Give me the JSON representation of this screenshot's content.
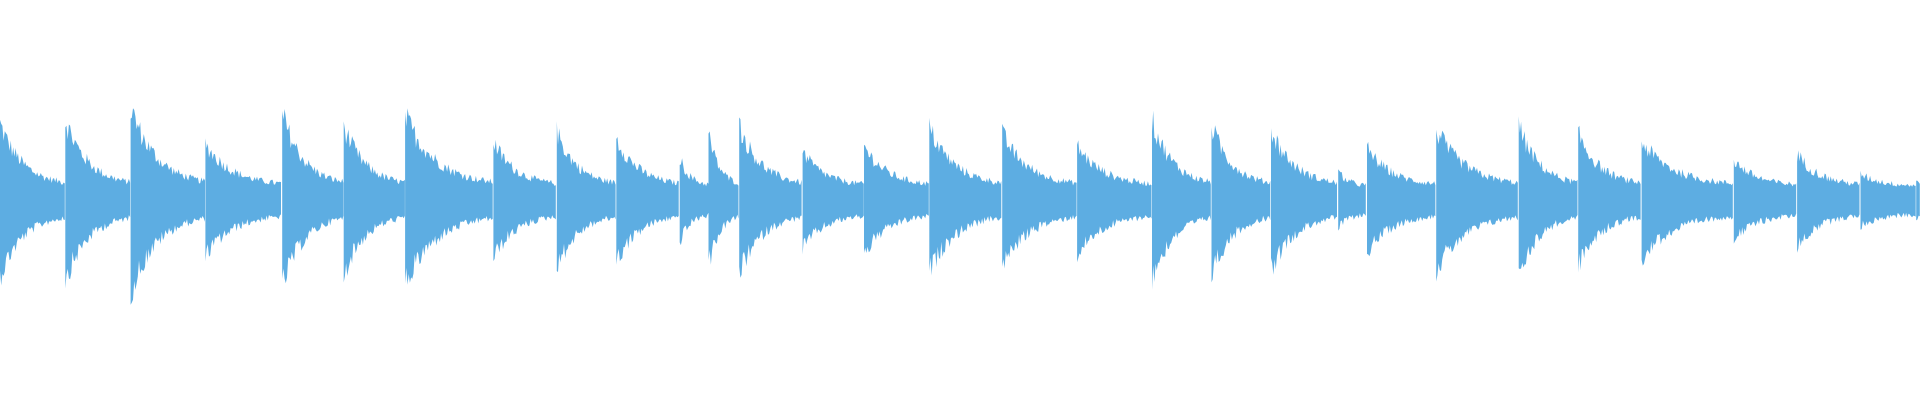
{
  "waveform": {
    "color": "#5DADE2",
    "background": "#FFFFFF",
    "centerline_fraction": 0.5,
    "onsets": [
      {
        "t": 0.0,
        "amp": 0.38
      },
      {
        "t": 0.034,
        "amp": 0.4
      },
      {
        "t": 0.068,
        "amp": 0.46
      },
      {
        "t": 0.107,
        "amp": 0.28
      },
      {
        "t": 0.147,
        "amp": 0.43
      },
      {
        "t": 0.179,
        "amp": 0.37
      },
      {
        "t": 0.211,
        "amp": 0.42
      },
      {
        "t": 0.257,
        "amp": 0.29
      },
      {
        "t": 0.29,
        "amp": 0.34
      },
      {
        "t": 0.321,
        "amp": 0.31
      },
      {
        "t": 0.354,
        "amp": 0.21
      },
      {
        "t": 0.369,
        "amp": 0.33
      },
      {
        "t": 0.385,
        "amp": 0.37
      },
      {
        "t": 0.418,
        "amp": 0.24
      },
      {
        "t": 0.45,
        "amp": 0.27
      },
      {
        "t": 0.484,
        "amp": 0.36
      },
      {
        "t": 0.522,
        "amp": 0.33
      },
      {
        "t": 0.561,
        "amp": 0.27
      },
      {
        "t": 0.6,
        "amp": 0.4
      },
      {
        "t": 0.631,
        "amp": 0.37
      },
      {
        "t": 0.662,
        "amp": 0.35
      },
      {
        "t": 0.697,
        "amp": 0.14
      },
      {
        "t": 0.712,
        "amp": 0.26
      },
      {
        "t": 0.748,
        "amp": 0.35
      },
      {
        "t": 0.791,
        "amp": 0.37
      },
      {
        "t": 0.822,
        "amp": 0.33
      },
      {
        "t": 0.855,
        "amp": 0.29
      },
      {
        "t": 0.903,
        "amp": 0.2
      },
      {
        "t": 0.936,
        "amp": 0.23
      },
      {
        "t": 0.969,
        "amp": 0.13
      },
      {
        "t": 0.998,
        "amp": 0.09
      }
    ]
  }
}
